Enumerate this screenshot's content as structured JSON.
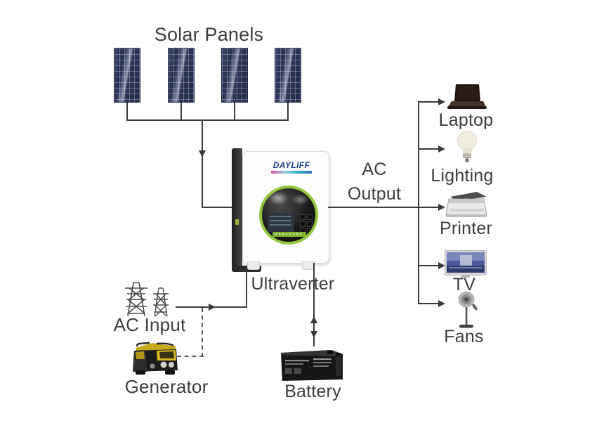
{
  "diagram": {
    "title": "Solar Panels",
    "solar": {
      "panel_count": 4,
      "icon": "solar-panel-icon"
    },
    "inverter": {
      "brand": "DAYLIFF",
      "label": "Ultraverter",
      "icon": "inverter-icon"
    },
    "ac_output": {
      "line1": "AC",
      "line2": "Output"
    },
    "ac_input": {
      "label": "AC Input",
      "icon": "power-towers-icon"
    },
    "generator": {
      "label": "Generator",
      "icon": "generator-icon"
    },
    "battery": {
      "label": "Battery",
      "icon": "battery-icon"
    },
    "loads": [
      {
        "label": "Laptop",
        "icon": "laptop-icon"
      },
      {
        "label": "Lighting",
        "icon": "lightbulb-icon"
      },
      {
        "label": "Printer",
        "icon": "printer-icon"
      },
      {
        "label": "TV",
        "icon": "tv-icon"
      },
      {
        "label": "Fans",
        "icon": "fan-icon"
      }
    ],
    "colors": {
      "wire": "#3a3a3a",
      "text": "#3d3d42",
      "panel_navy": "#272f52",
      "inverter_ring_green": "#93c73c",
      "logo_blue": "#1c3f93",
      "generator_yellow": "#d8b822"
    }
  }
}
